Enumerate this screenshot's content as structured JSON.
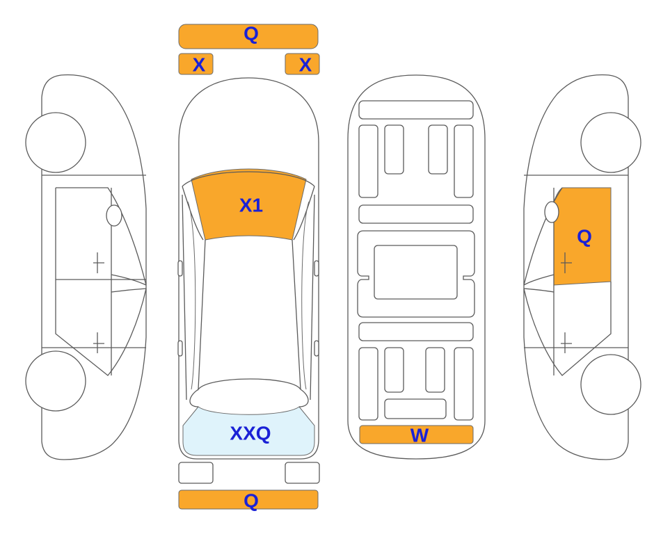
{
  "colors": {
    "damage": "#f9a72b",
    "damage_light": "#dff3fb",
    "label": "#1a21d6",
    "outline": "#5a5a5a"
  },
  "labels": {
    "front_bumper": "Q",
    "left_headlight": "X",
    "right_headlight": "X",
    "windshield": "X1",
    "rear_window": "XXQ",
    "rear_bumper": "Q",
    "underbody_rear": "W",
    "right_rear_door": "Q"
  }
}
